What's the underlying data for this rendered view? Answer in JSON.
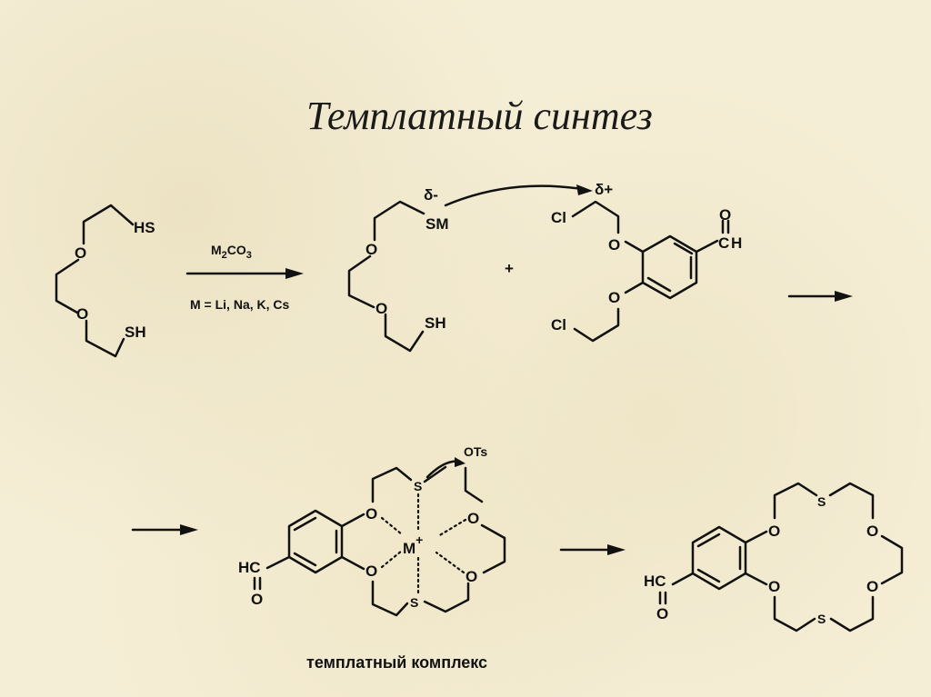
{
  "title": "Темплатный синтез",
  "reagent": {
    "formula_main": "M",
    "formula_sub1": "2",
    "formula_mid": "CO",
    "formula_sub2": "3",
    "condition": "M = Li, Na, K, Cs"
  },
  "molecules": {
    "dithiol": {
      "hs_top": "HS",
      "o1": "O",
      "o2": "O",
      "sh_bottom": "SH"
    },
    "thiolate": {
      "delta_minus": "δ-",
      "sm": "SM",
      "o1": "O",
      "o2": "O",
      "sh": "SH"
    },
    "plus": "+",
    "aldehyde": {
      "delta_plus": "δ+",
      "cl_top": "Cl",
      "o_top": "O",
      "o_bottom": "O",
      "cl_bottom": "Cl",
      "c": "C",
      "h": "H",
      "o_carbonyl": "O"
    },
    "complex": {
      "ots": "OTs",
      "s_top": "S",
      "s_bottom": "S",
      "o_aryl_top": "O",
      "o_aryl_bottom": "O",
      "o_right_top": "O",
      "o_right_bottom": "O",
      "metal": "M",
      "charge": "+",
      "hc": "HC",
      "o_carbonyl": "O"
    },
    "crown": {
      "s_top": "S",
      "s_bottom": "S",
      "o_aryl_top": "O",
      "o_aryl_bottom": "O",
      "o_right_top": "O",
      "o_right_bottom": "O",
      "hc": "HC",
      "o_carbonyl": "O"
    }
  },
  "caption": "темплатный комплекс",
  "colors": {
    "background": "#f5eed6",
    "ink": "#111111"
  }
}
